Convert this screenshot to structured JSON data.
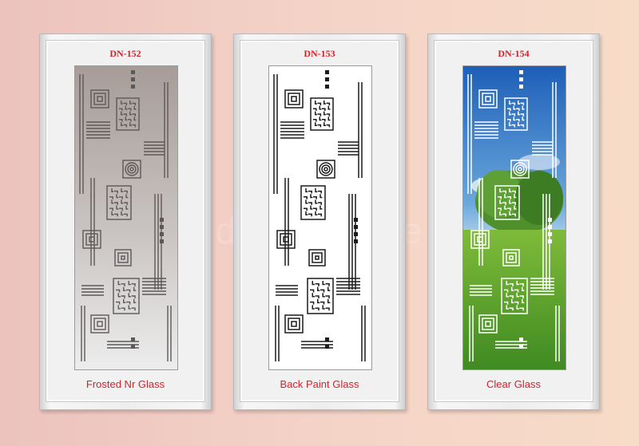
{
  "doors": [
    {
      "code": "DN-152",
      "label": "Frosted Nr Glass",
      "glass": "frosted"
    },
    {
      "code": "DN-153",
      "label": "Back Paint Glass",
      "glass": "back-paint"
    },
    {
      "code": "DN-154",
      "label": "Clear Glass",
      "glass": "clear"
    }
  ],
  "watermark": "dreamstime",
  "colors": {
    "label_red": "#d8202a",
    "background": "#f2cfc3"
  }
}
